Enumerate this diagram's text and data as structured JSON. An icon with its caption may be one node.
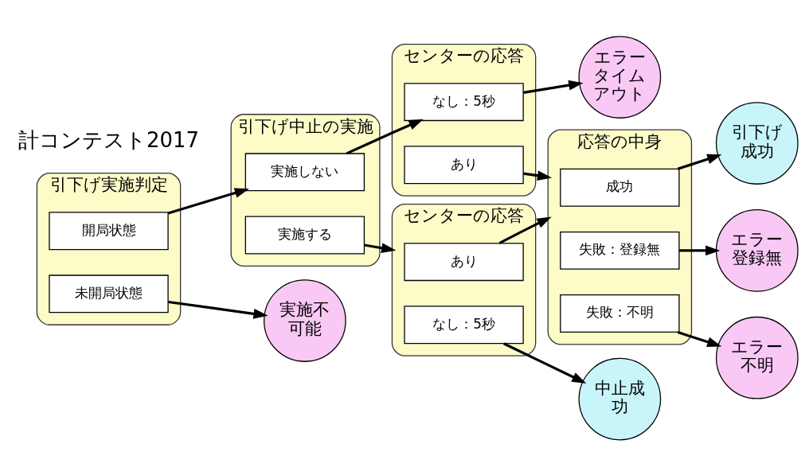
{
  "diagram": {
    "nodes": [
      {
        "text": [
          "引下げ実施判定"
        ]
      },
      {
        "text": [
          "開局状態"
        ],
        "in": 0
      },
      {
        "text": [
          "未開局状態"
        ],
        "in": 0
      },
      {
        "text": [
          "引下げ中止の実施"
        ]
      },
      {
        "text": [
          "実施しない"
        ],
        "in": 3
      },
      {
        "text": [
          "実施する"
        ],
        "in": 3
      },
      {
        "text": [
          "センターの応答"
        ]
      },
      {
        "text": [
          "なし：5秒"
        ],
        "in": 6
      },
      {
        "text": [
          "あり"
        ],
        "in": 6
      },
      {
        "text": [
          "エラータイムアウト"
        ]
      },
      {
        "text": [
          "センターの応答"
        ]
      },
      {
        "text": [
          "あり"
        ],
        "in": 10
      },
      {
        "text": [
          "なし：5秒"
        ],
        "in": 10
      },
      {
        "text": [
          "応答の中身"
        ]
      },
      {
        "text": [
          "成功"
        ],
        "in": 13
      },
      {
        "text": [
          "失敗：登録無"
        ],
        "in": 13
      },
      {
        "text": [
          "失敗：不明"
        ],
        "in": 13
      },
      {
        "text": [
          "引下げ成功"
        ]
      },
      {
        "text": [
          "エラー登録無"
        ]
      },
      {
        "text": [
          "エラー不明"
        ]
      },
      {
        "text": [
          "実施不可能"
        ]
      },
      {
        "text": [
          "中止成功"
        ]
      }
    ],
    "edges": [
      {
        "from": 1,
        "to": 4,
        "arrow": "to"
      },
      {
        "from": 4,
        "to": 7,
        "arrow": "to"
      },
      {
        "from": 7,
        "to": 9,
        "arrow": "to"
      },
      {
        "from": 8,
        "to": 13,
        "arrow": "to"
      },
      {
        "from": 5,
        "to": 10,
        "arrow": "to"
      },
      {
        "from": 11,
        "to": 13,
        "arrow": "to"
      },
      {
        "from": 14,
        "to": 17,
        "arrow": "to"
      },
      {
        "from": 15,
        "to": 18,
        "arrow": "to"
      },
      {
        "from": 16,
        "to": 19,
        "arrow": "to"
      },
      {
        "from": 2,
        "to": 20,
        "arrow": "to"
      },
      {
        "from": 12,
        "to": 21,
        "arrow": "to"
      }
    ],
    "labels": [
      "計コンテスト2017"
    ]
  }
}
